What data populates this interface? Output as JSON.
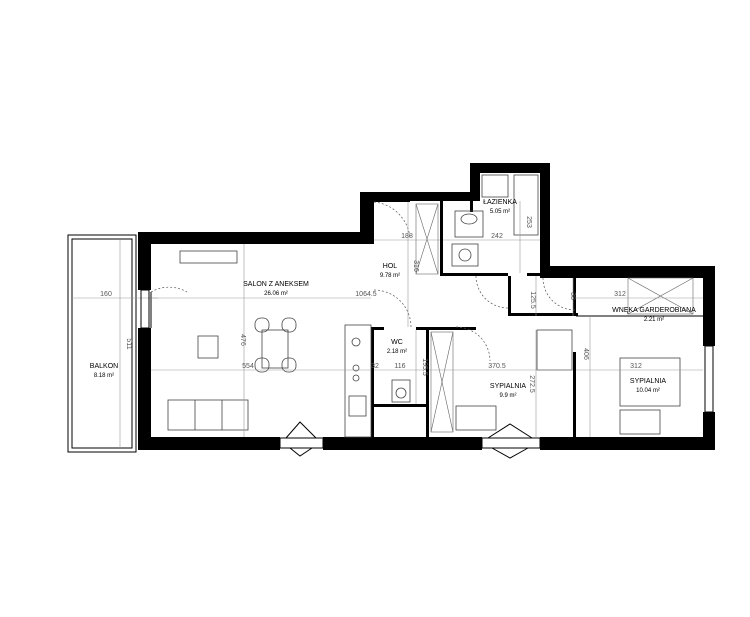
{
  "rooms": {
    "balkon": {
      "name": "BALKON",
      "area": "8.18 m²"
    },
    "salon": {
      "name": "SALON Z ANEKSEM",
      "area": "26.06 m²"
    },
    "hol": {
      "name": "HOL",
      "area": "9.78 m²"
    },
    "lazienka": {
      "name": "ŁAZIENKA",
      "area": "5.05 m²"
    },
    "wc": {
      "name": "WC",
      "area": "2.18 m²"
    },
    "sypialnia1": {
      "name": "SYPIALNIA",
      "area": "9.9 m²"
    },
    "wneka": {
      "name": "WNĘKA GARDEROBIANA",
      "area": "2.21 m²"
    },
    "sypialnia2": {
      "name": "SYPIALNIA",
      "area": "10.04 m²"
    }
  },
  "dimensions": {
    "d160": "160",
    "d511": "511",
    "d476": "476",
    "d554": "554",
    "d1064": "1064.5",
    "d316": "316",
    "d188": "188",
    "d242": "242",
    "d253": "253",
    "d125": "125.5",
    "d195": "195.5",
    "d116": "116",
    "d370": "370.5",
    "d272": "272.5",
    "d312a": "312",
    "d312b": "312",
    "d406": "406",
    "d38": "38",
    "d32": "32"
  }
}
